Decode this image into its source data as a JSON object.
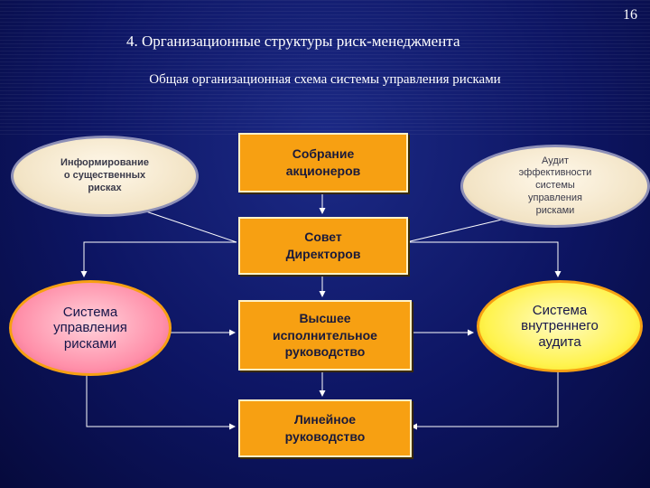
{
  "slide_number": "16",
  "title": "4. Организационные структуры риск-менеджмента",
  "subtitle": "Общая организационная схема системы управления рисками",
  "boxes": {
    "shareholders": "Собрание\nакционеров",
    "board": "Совет\nДиректоров",
    "executive": "Высшее\nисполнительное\nруководство",
    "line": "Линейное\nруководство"
  },
  "ellipses": {
    "info": "Информирование\nо существенных\nрисках",
    "audit": "Аудит\nэффективности\nсистемы\nуправления\nрисками",
    "risk_system": "Система\nуправления\nрисками",
    "internal_audit": "Система\nвнутреннего\nаудита"
  },
  "colors": {
    "background": "#0d1563",
    "box": "#f7a012",
    "risk_ellipse": "#ff8fa9",
    "audit_ellipse": "#fff34d",
    "info_ellipse": "#f2e3c4"
  }
}
